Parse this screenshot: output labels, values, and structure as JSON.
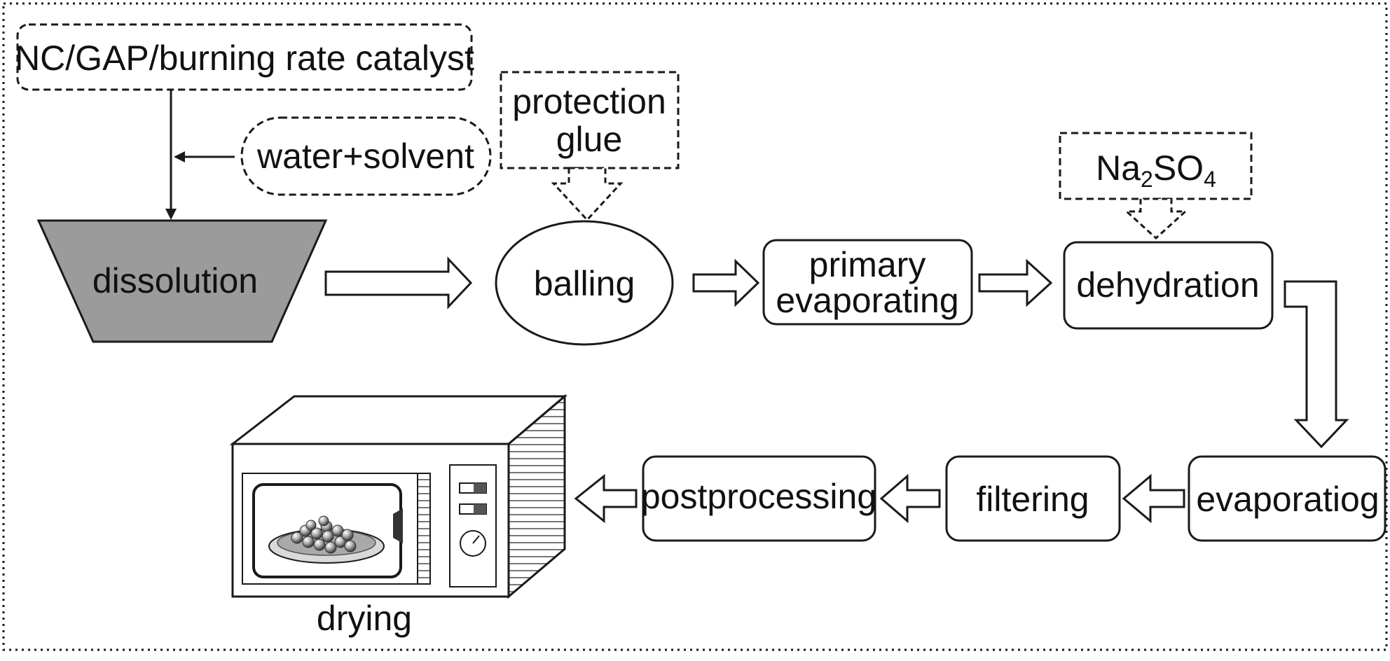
{
  "diagram": {
    "inputs": {
      "materials": "NC/GAP/burning rate catalyst",
      "solvent": "water+solvent",
      "protection_line1": "protection",
      "protection_line2": "glue",
      "dehydrant_main": "Na",
      "dehydrant_sub1": "2",
      "dehydrant_mid": "SO",
      "dehydrant_sub2": "4"
    },
    "steps": {
      "dissolution": "dissolution",
      "balling": "balling",
      "primary_line1": "primary",
      "primary_line2": "evaporating",
      "dehydration": "dehydration",
      "evaporating": "evaporatiog",
      "filtering": "filtering",
      "postprocessing": "postprocessing",
      "drying": "drying"
    },
    "colors": {
      "stroke": "#1a1a1a",
      "dissolution_fill": "#9b9b9b",
      "background": "#ffffff"
    },
    "icons": {
      "drying_apparatus": "microwave-oven-icon"
    }
  }
}
